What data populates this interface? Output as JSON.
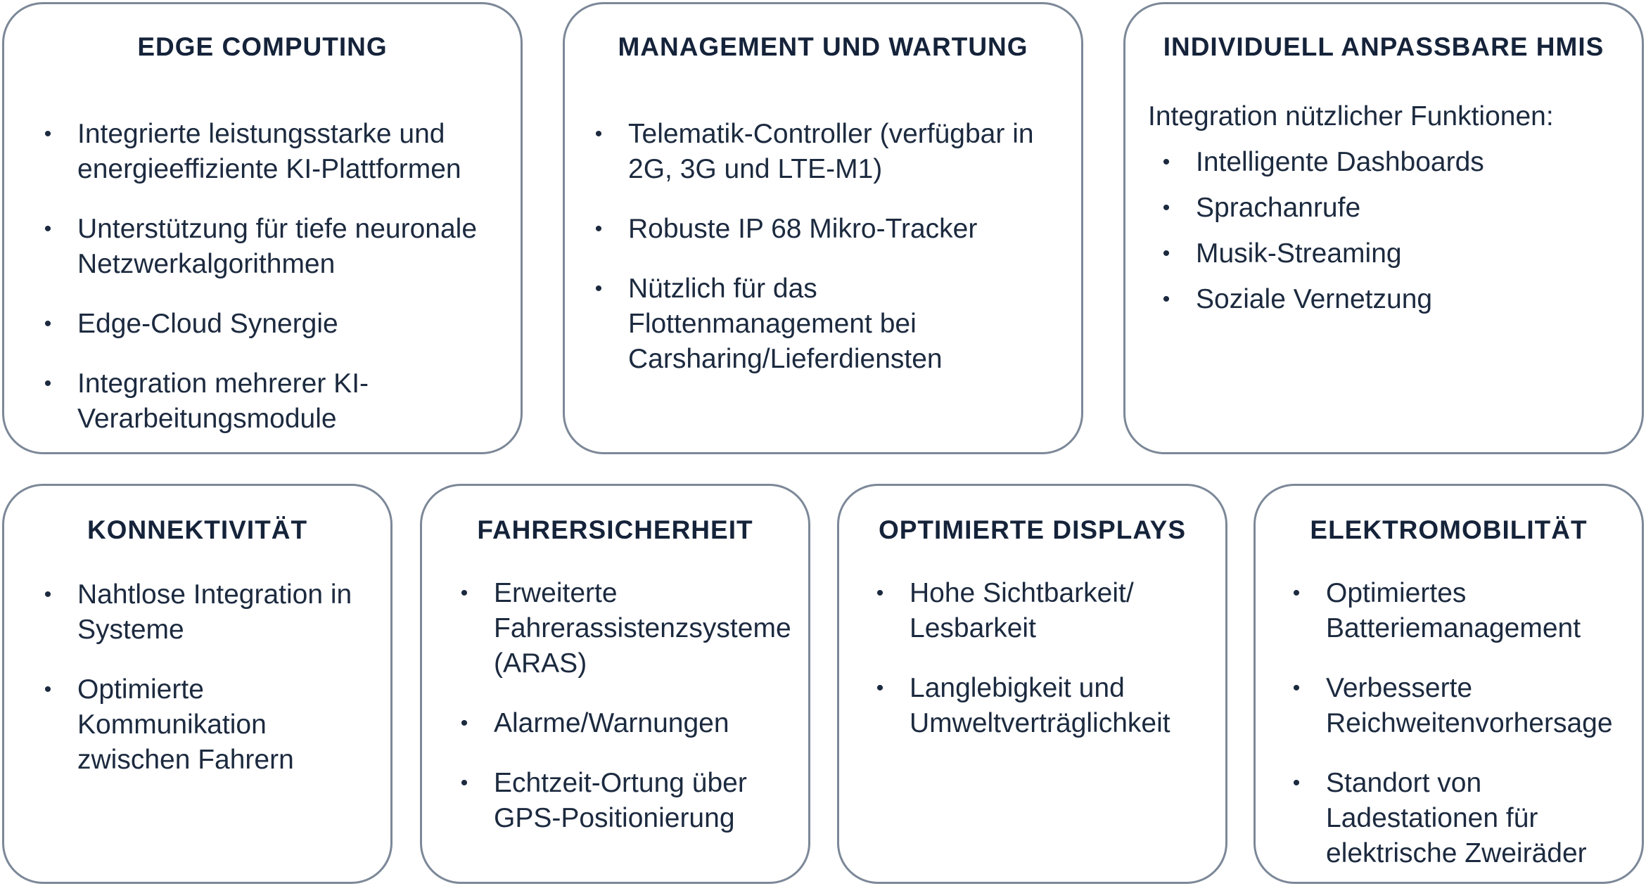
{
  "cards": [
    {
      "title": "EDGE COMPUTING",
      "items": [
        "Integrierte leistungsstarke und energieeffiziente KI-Plattformen",
        "Unterstützung für tiefe neuronale Netzwerkalgorithmen",
        "Edge-Cloud Synergie",
        "Integration mehrerer KI-Verarbeitungsmodule"
      ]
    },
    {
      "title": "MANAGEMENT UND WARTUNG",
      "items": [
        "Telematik-Controller (verfügbar in 2G, 3G und LTE-M1)",
        "Robuste IP 68 Mikro-Tracker",
        "Nützlich für das Flottenmanagement bei Carsharing/Lieferdiensten"
      ]
    },
    {
      "title": "INDIVIDUELL ANPASSBARE HMIS",
      "intro": "Integration nützlicher Funktionen:",
      "items": [
        "Intelligente Dashboards",
        "Sprachanrufe",
        "Musik-Streaming",
        "Soziale Vernetzung"
      ]
    },
    {
      "title": "KONNEKTIVITÄT",
      "items": [
        "Nahtlose Integration in Systeme",
        "Optimierte Kommunikation zwischen Fahrern"
      ]
    },
    {
      "title": "FAHRERSICHERHEIT",
      "items": [
        "Erweiterte Fahrerassistenzsysteme (ARAS)",
        "Alarme/Warnungen",
        "Echtzeit-Ortung über GPS-Positionierung"
      ]
    },
    {
      "title": "OPTIMIERTE DISPLAYS",
      "items": [
        "Hohe Sichtbarkeit/ Lesbarkeit",
        "Langlebigkeit und Umweltverträglichkeit"
      ]
    },
    {
      "title": "ELEKTROMOBILITÄT",
      "items": [
        "Optimiertes Batteriemanagement",
        "Verbesserte Reichweitenvorhersage",
        "Standort von Ladestationen für elektrische Zweiräder"
      ]
    }
  ]
}
